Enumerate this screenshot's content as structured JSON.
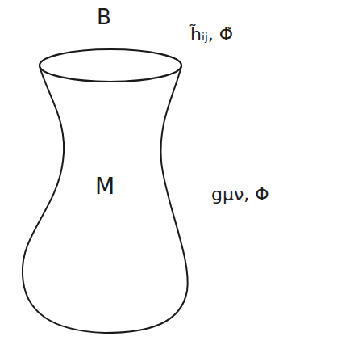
{
  "diagram": {
    "nodes": [
      {
        "text": [
          "M"
        ]
      }
    ],
    "labels": [
      "B",
      "h̃ᵢⱼ, Φ̃",
      "gμν, Φ"
    ]
  }
}
